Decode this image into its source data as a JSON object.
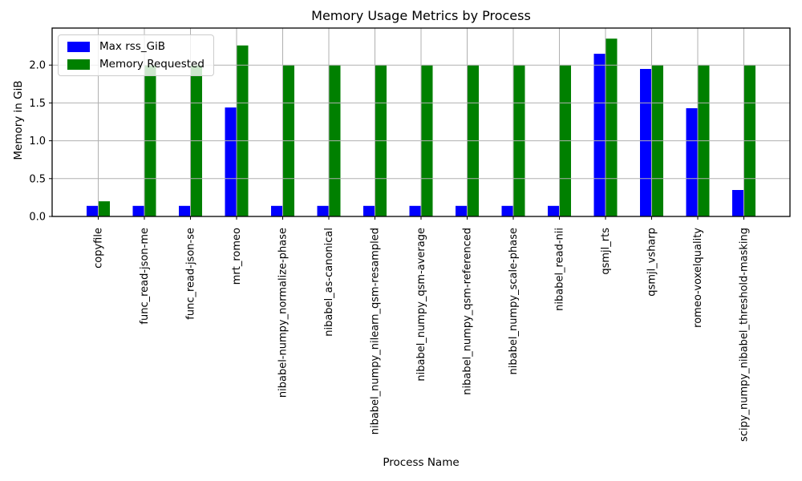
{
  "chart_data": {
    "type": "bar",
    "title": "Memory Usage Metrics by Process",
    "xlabel": "Process Name",
    "ylabel": "Memory in GiB",
    "categories": [
      "copyfile",
      "func_read-json-me",
      "func_read-json-se",
      "mrt_romeo",
      "nibabel-numpy_normalize-phase",
      "nibabel_as-canonical",
      "nibabel_numpy_nilearn_qsm-resampled",
      "nibabel_numpy_qsm-average",
      "nibabel_numpy_qsm-referenced",
      "nibabel_numpy_scale-phase",
      "nibabel_read-nii",
      "qsmjl_rts",
      "qsmjl_vsharp",
      "romeo-voxelquality",
      "scipy_numpy_nibabel_threshold-masking"
    ],
    "series": [
      {
        "name": "Max rss_GiB",
        "color": "#0000ff",
        "values": [
          0.14,
          0.14,
          0.14,
          1.44,
          0.14,
          0.14,
          0.14,
          0.14,
          0.14,
          0.14,
          0.14,
          2.15,
          1.95,
          1.43,
          0.35
        ]
      },
      {
        "name": "Memory Requested",
        "color": "#008000",
        "values": [
          0.2,
          2.0,
          2.0,
          2.26,
          2.0,
          2.0,
          2.0,
          2.0,
          2.0,
          2.0,
          2.0,
          2.35,
          2.0,
          2.0,
          2.0
        ]
      }
    ],
    "yticks": [
      0.0,
      0.5,
      1.0,
      1.5,
      2.0
    ],
    "ylim": [
      0,
      2.49
    ],
    "grid": true,
    "legend_position": "upper-left"
  },
  "colors": {
    "grid": "#b0b0b0",
    "axis": "#000000",
    "background": "#ffffff"
  }
}
